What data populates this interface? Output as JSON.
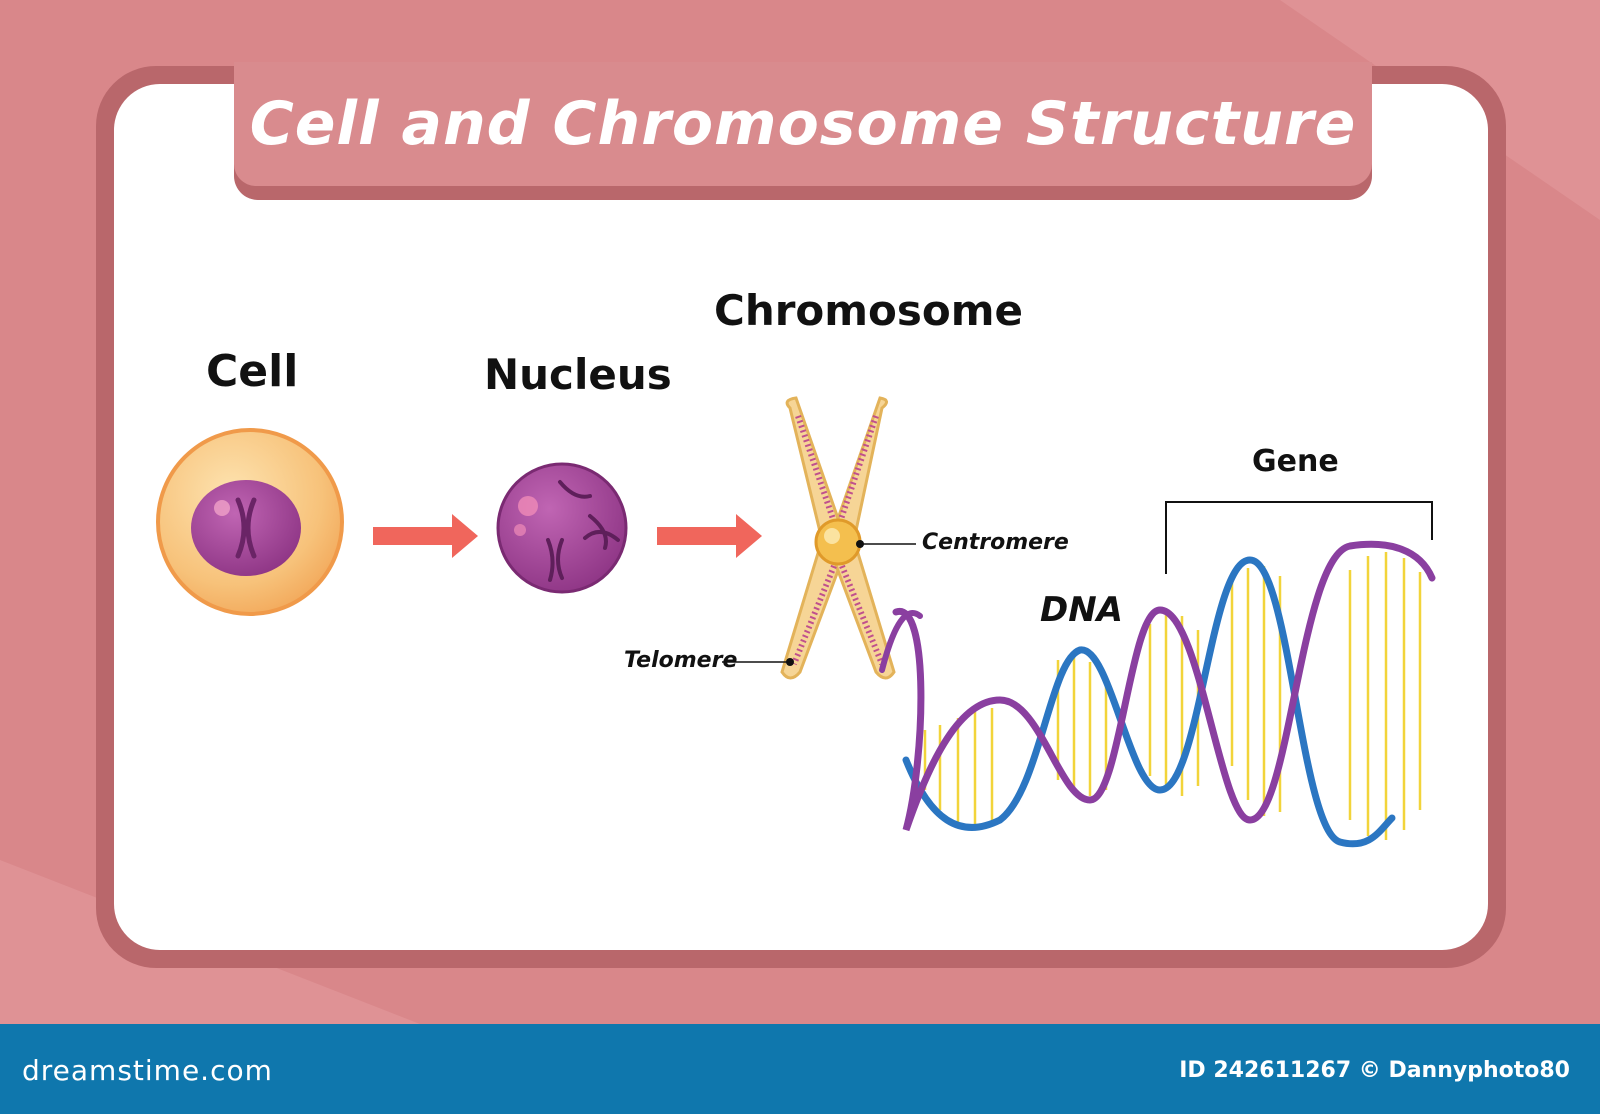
{
  "title": "Cell and Chromosome Structure",
  "labels": {
    "cell": "Cell",
    "nucleus": "Nucleus",
    "chromosome": "Chromosome",
    "gene": "Gene",
    "dna": "DNA",
    "centromere": "Centromere",
    "telomere": "Telomere"
  },
  "footer": {
    "brand": "dreamstime.com",
    "credit": "ID 242611267 © Dannyphoto80"
  },
  "colors": {
    "background": "#d9878a",
    "card": "#ffffff",
    "title_tab": "#d98b8e",
    "arrow": "#f0665c",
    "cell_membrane": "#f6b86a",
    "nucleus": "#9b3f8f",
    "dna_strand_1": "#8a3fa0",
    "dna_strand_2": "#2b76c2",
    "dna_rungs": "#f2d43a",
    "footer": "#0f77ad"
  }
}
